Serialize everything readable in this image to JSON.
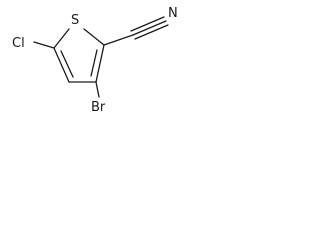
{
  "molecule": {
    "atoms": {
      "sulfur": "S",
      "chlorine": "Cl",
      "bromine": "Br",
      "nitrogen": "N"
    }
  }
}
